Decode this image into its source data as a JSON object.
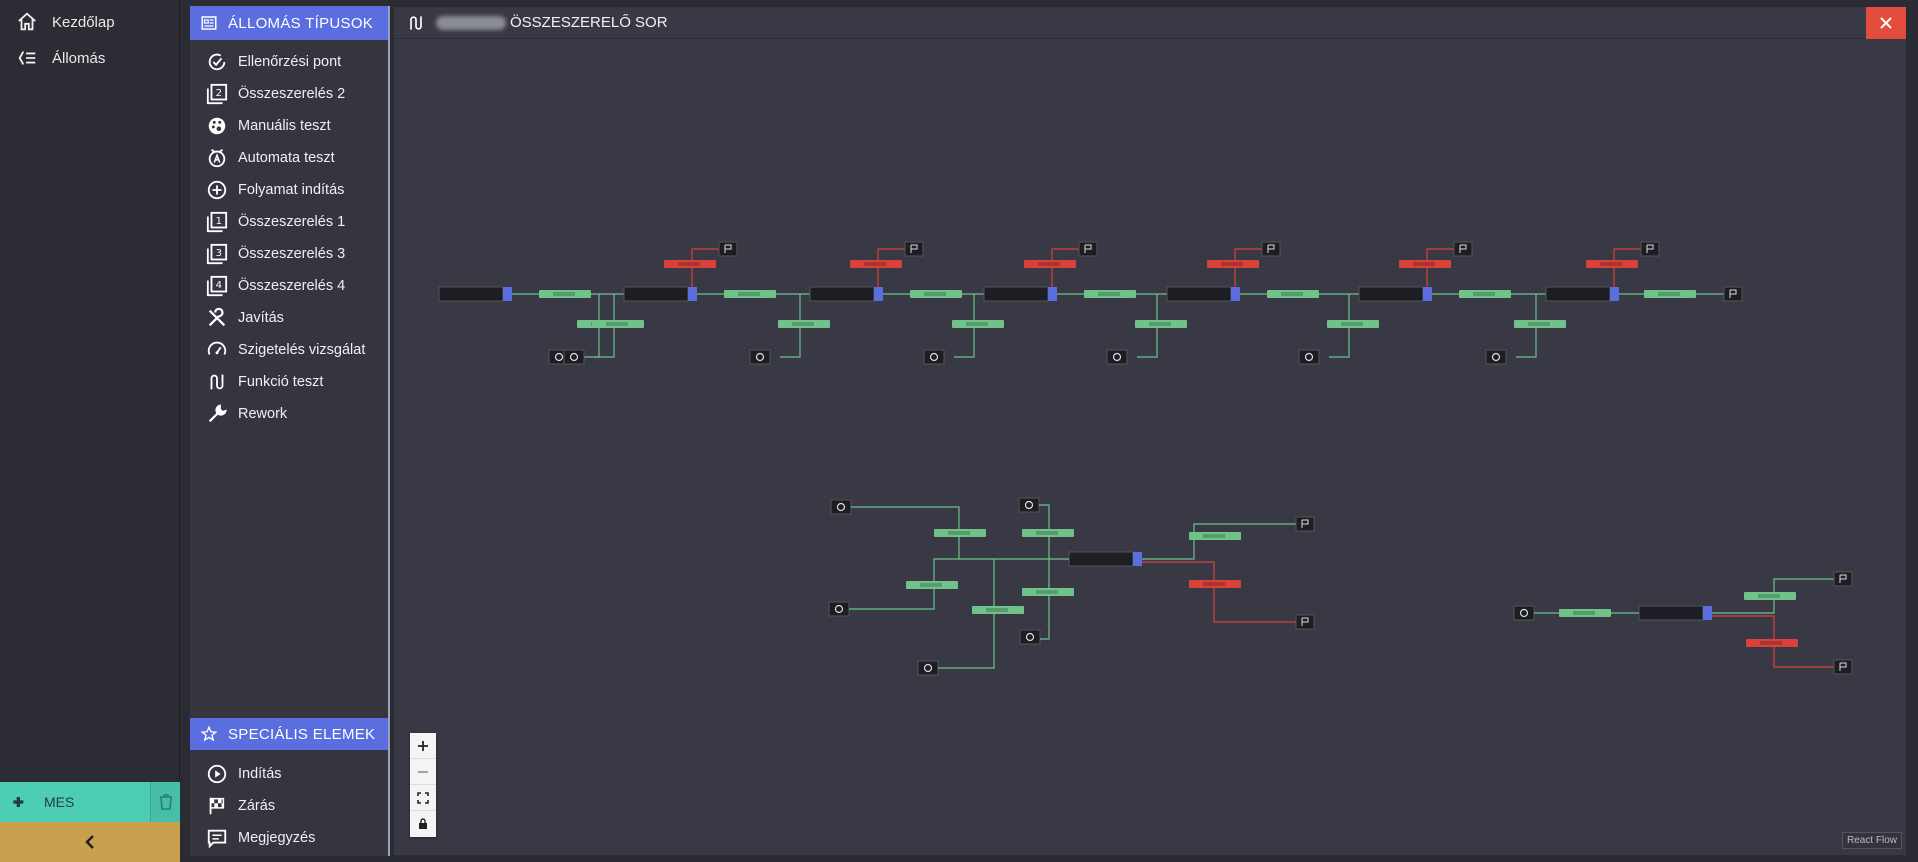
{
  "nav": {
    "items": [
      {
        "label": "Kezdőlap",
        "icon": "home-icon"
      },
      {
        "label": "Állomás",
        "icon": "list-icon"
      }
    ],
    "mes_label": "MES"
  },
  "stations": {
    "header": "ÁLLOMÁS TÍPUSOK",
    "items": [
      {
        "label": "Ellenőrzési pont",
        "icon": "check-cycle-icon"
      },
      {
        "label": "Összeszerelés 2",
        "icon": "box-2-icon"
      },
      {
        "label": "Manuális teszt",
        "icon": "palette-icon"
      },
      {
        "label": "Automata teszt",
        "icon": "auto-icon"
      },
      {
        "label": "Folyamat indítás",
        "icon": "plus-circle-icon"
      },
      {
        "label": "Összeszerelés 1",
        "icon": "box-1-icon"
      },
      {
        "label": "Összeszerelés 3",
        "icon": "box-3-icon"
      },
      {
        "label": "Összeszerelés 4",
        "icon": "box-4-icon"
      },
      {
        "label": "Javítás",
        "icon": "tools-icon"
      },
      {
        "label": "Szigetelés vizsgálat",
        "icon": "gauge-icon"
      },
      {
        "label": "Funkció teszt",
        "icon": "route-icon"
      },
      {
        "label": "Rework",
        "icon": "wrench-icon"
      }
    ],
    "special_header": "SPECIÁLIS ELEMEK",
    "special_items": [
      {
        "label": "Indítás",
        "icon": "play-icon"
      },
      {
        "label": "Zárás",
        "icon": "flag-checkered-icon"
      },
      {
        "label": "Megjegyzés",
        "icon": "comment-icon"
      }
    ]
  },
  "canvas": {
    "title": "ÖSSZESZERELŐ SOR",
    "attribution": "React Flow"
  },
  "colors": {
    "accent": "#5a6ee0",
    "ok": "#6fc28a",
    "fail": "#d9413a",
    "mes": "#4ecdb5",
    "collapse": "#c9a04d",
    "close": "#e14c3c"
  }
}
